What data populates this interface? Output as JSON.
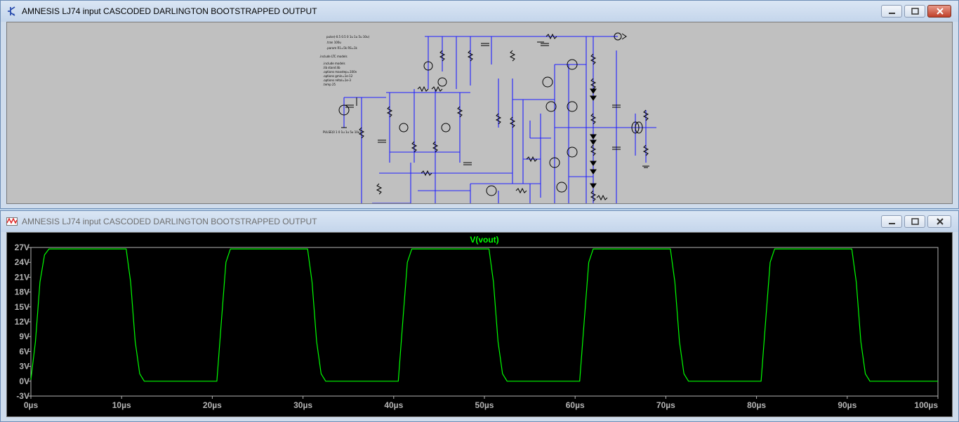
{
  "schematic_window": {
    "title": "AMNESIS LJ74 input CASCODED DARLINGTON BOOTSTRAPPED OUTPUT",
    "icon": "ltspice-schematic-icon",
    "notes": [
      "pulse(-0.5 0.5 0 1u 1u 5u 10u)",
      ".tran 100u",
      ".param R1=5k RS=1k",
      ".include LTC models",
      ".include models",
      ".lib stand.lib",
      ".options maxstep=100n",
      ".options gmin=1e-12",
      ".options reltol=1e-3",
      ".temp 25",
      "PULSE(0 1 0 1u 1u 5u 10u)"
    ]
  },
  "plot_window": {
    "title": "AMNESIS LJ74 input CASCODED DARLINGTON BOOTSTRAPPED OUTPUT",
    "icon": "ltspice-waveform-icon",
    "trace_label": "V(vout)",
    "y_ticks": [
      "27V",
      "24V",
      "21V",
      "18V",
      "15V",
      "12V",
      "9V",
      "6V",
      "3V",
      "0V",
      "-3V"
    ],
    "x_ticks": [
      "0µs",
      "10µs",
      "20µs",
      "30µs",
      "40µs",
      "50µs",
      "60µs",
      "70µs",
      "80µs",
      "90µs",
      "100µs"
    ],
    "colors": {
      "trace": "#00ff00",
      "axis": "#b4b4b4",
      "background": "#000000"
    }
  },
  "chart_data": {
    "type": "line",
    "title": "V(vout)",
    "xlabel": "",
    "ylabel": "",
    "xlim": [
      0,
      100
    ],
    "ylim": [
      -3,
      27
    ],
    "x_unit": "µs",
    "y_unit": "V",
    "series": [
      {
        "name": "V(vout)",
        "x": [
          0,
          0.5,
          1.0,
          1.5,
          2.0,
          10.5,
          11.0,
          11.5,
          12.0,
          12.5,
          20.5,
          21.0,
          21.5,
          22.0,
          30.5,
          31.0,
          31.5,
          32.0,
          32.5,
          40.5,
          41.0,
          41.5,
          42.0,
          50.5,
          51.0,
          51.5,
          52.0,
          52.5,
          60.5,
          61.0,
          61.5,
          62.0,
          70.5,
          71.0,
          71.5,
          72.0,
          72.5,
          80.5,
          81.0,
          81.5,
          82.0,
          90.5,
          91.0,
          91.5,
          92.0,
          92.5,
          100
        ],
        "y": [
          0.3,
          8,
          20,
          25.5,
          26.7,
          26.7,
          20,
          8,
          1.5,
          0,
          0,
          12,
          24,
          26.7,
          26.7,
          20,
          8,
          1.5,
          0,
          0,
          12,
          24,
          26.7,
          26.7,
          20,
          8,
          1.5,
          0,
          0,
          12,
          24,
          26.7,
          26.7,
          20,
          8,
          1.5,
          0,
          0,
          12,
          24,
          26.7,
          26.7,
          20,
          8,
          1.5,
          0,
          0
        ]
      }
    ]
  }
}
